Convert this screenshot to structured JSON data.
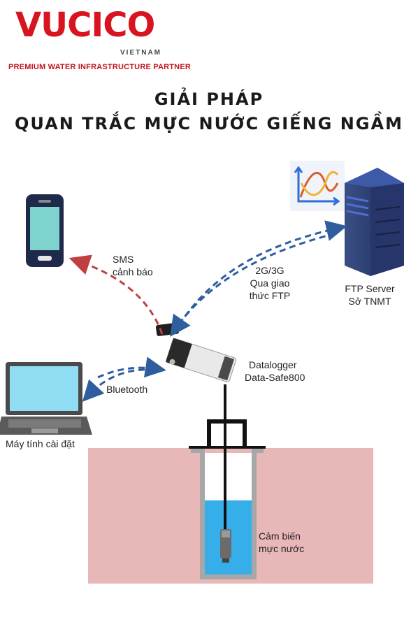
{
  "brand": {
    "name": "VUCICO",
    "country": "VIETNAM",
    "tagline": "PREMIUM WATER INFRASTRUCTURE PARTNER"
  },
  "title": {
    "line1": "GIẢI PHÁP",
    "line2": "QUAN TRẮC MỰC NƯỚC GIẾNG NGẦM"
  },
  "labels": {
    "sms_line1": "SMS",
    "sms_line2": "cảnh báo",
    "net_line1": "2G/3G",
    "net_line2": "Qua giao",
    "net_line3": "thức FTP",
    "server_line1": "FTP Server",
    "server_line2": "Sở TNMT",
    "logger_line1": "Datalogger",
    "logger_line2": "Data-Safe800",
    "bluetooth": "Bluetooth",
    "laptop": "Máy tính cài đặt",
    "sensor_line1": "Cảm biến",
    "sensor_line2": "mực nước"
  },
  "colors": {
    "brand_red": "#d7141f",
    "sms_arrow": "#c0403f",
    "blue_arrow": "#2f5e9e",
    "ground": "#e8b7b8",
    "water": "#36aeea"
  }
}
